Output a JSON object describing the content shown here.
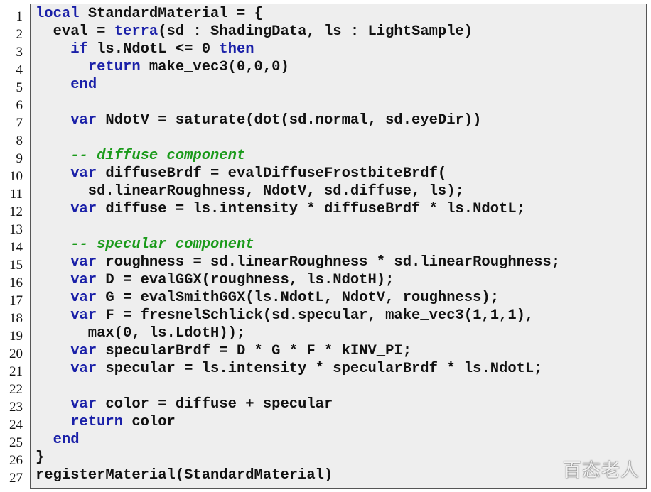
{
  "listing": {
    "lines": [
      {
        "n": "1",
        "tokens": [
          {
            "t": "local",
            "k": "kw"
          },
          {
            "t": " StandardMaterial = {",
            "k": "plain"
          }
        ]
      },
      {
        "n": "2",
        "tokens": [
          {
            "t": "  eval = ",
            "k": "plain"
          },
          {
            "t": "terra",
            "k": "kw"
          },
          {
            "t": "(sd : ShadingData, ls : LightSample)",
            "k": "plain"
          }
        ]
      },
      {
        "n": "3",
        "tokens": [
          {
            "t": "    ",
            "k": "plain"
          },
          {
            "t": "if",
            "k": "kw"
          },
          {
            "t": " ls.NdotL <= 0 ",
            "k": "plain"
          },
          {
            "t": "then",
            "k": "kw"
          }
        ]
      },
      {
        "n": "4",
        "tokens": [
          {
            "t": "      ",
            "k": "plain"
          },
          {
            "t": "return",
            "k": "kw"
          },
          {
            "t": " make_vec3(0,0,0)",
            "k": "plain"
          }
        ]
      },
      {
        "n": "5",
        "tokens": [
          {
            "t": "    ",
            "k": "plain"
          },
          {
            "t": "end",
            "k": "kw"
          }
        ]
      },
      {
        "n": "6",
        "tokens": []
      },
      {
        "n": "7",
        "tokens": [
          {
            "t": "    ",
            "k": "plain"
          },
          {
            "t": "var",
            "k": "kw"
          },
          {
            "t": " NdotV = saturate(dot(sd.normal, sd.eyeDir))",
            "k": "plain"
          }
        ]
      },
      {
        "n": "8",
        "tokens": []
      },
      {
        "n": "9",
        "tokens": [
          {
            "t": "    ",
            "k": "plain"
          },
          {
            "t": "-- diffuse component",
            "k": "comment"
          }
        ]
      },
      {
        "n": "10",
        "tokens": [
          {
            "t": "    ",
            "k": "plain"
          },
          {
            "t": "var",
            "k": "kw"
          },
          {
            "t": " diffuseBrdf = evalDiffuseFrostbiteBrdf(",
            "k": "plain"
          }
        ]
      },
      {
        "n": "11",
        "tokens": [
          {
            "t": "      sd.linearRoughness, NdotV, sd.diffuse, ls);",
            "k": "plain"
          }
        ]
      },
      {
        "n": "12",
        "tokens": [
          {
            "t": "    ",
            "k": "plain"
          },
          {
            "t": "var",
            "k": "kw"
          },
          {
            "t": " diffuse = ls.intensity * diffuseBrdf * ls.NdotL;",
            "k": "plain"
          }
        ]
      },
      {
        "n": "13",
        "tokens": []
      },
      {
        "n": "14",
        "tokens": [
          {
            "t": "    ",
            "k": "plain"
          },
          {
            "t": "-- specular component",
            "k": "comment"
          }
        ]
      },
      {
        "n": "15",
        "tokens": [
          {
            "t": "    ",
            "k": "plain"
          },
          {
            "t": "var",
            "k": "kw"
          },
          {
            "t": " roughness = sd.linearRoughness * sd.linearRoughness;",
            "k": "plain"
          }
        ]
      },
      {
        "n": "16",
        "tokens": [
          {
            "t": "    ",
            "k": "plain"
          },
          {
            "t": "var",
            "k": "kw"
          },
          {
            "t": " D = evalGGX(roughness, ls.NdotH);",
            "k": "plain"
          }
        ]
      },
      {
        "n": "17",
        "tokens": [
          {
            "t": "    ",
            "k": "plain"
          },
          {
            "t": "var",
            "k": "kw"
          },
          {
            "t": " G = evalSmithGGX(ls.NdotL, NdotV, roughness);",
            "k": "plain"
          }
        ]
      },
      {
        "n": "18",
        "tokens": [
          {
            "t": "    ",
            "k": "plain"
          },
          {
            "t": "var",
            "k": "kw"
          },
          {
            "t": " F = fresnelSchlick(sd.specular, make_vec3(1,1,1),",
            "k": "plain"
          }
        ]
      },
      {
        "n": "19",
        "tokens": [
          {
            "t": "      max(0, ls.LdotH));",
            "k": "plain"
          }
        ]
      },
      {
        "n": "20",
        "tokens": [
          {
            "t": "    ",
            "k": "plain"
          },
          {
            "t": "var",
            "k": "kw"
          },
          {
            "t": " specularBrdf = D * G * F * kINV_PI;",
            "k": "plain"
          }
        ]
      },
      {
        "n": "21",
        "tokens": [
          {
            "t": "    ",
            "k": "plain"
          },
          {
            "t": "var",
            "k": "kw"
          },
          {
            "t": " specular = ls.intensity * specularBrdf * ls.NdotL;",
            "k": "plain"
          }
        ]
      },
      {
        "n": "22",
        "tokens": []
      },
      {
        "n": "23",
        "tokens": [
          {
            "t": "    ",
            "k": "plain"
          },
          {
            "t": "var",
            "k": "kw"
          },
          {
            "t": " color = diffuse + specular",
            "k": "plain"
          }
        ]
      },
      {
        "n": "24",
        "tokens": [
          {
            "t": "    ",
            "k": "plain"
          },
          {
            "t": "return",
            "k": "kw"
          },
          {
            "t": " color",
            "k": "plain"
          }
        ]
      },
      {
        "n": "25",
        "tokens": [
          {
            "t": "  ",
            "k": "plain"
          },
          {
            "t": "end",
            "k": "kw"
          }
        ]
      },
      {
        "n": "26",
        "tokens": [
          {
            "t": "}",
            "k": "plain"
          }
        ]
      },
      {
        "n": "27",
        "tokens": [
          {
            "t": "registerMaterial(StandardMaterial)",
            "k": "plain"
          }
        ]
      }
    ]
  },
  "colors": {
    "keyword": "#1a20a8",
    "comment": "#1a9a1a",
    "text": "#111111",
    "background": "#eeeeee",
    "border": "#555555"
  },
  "watermark": {
    "text": "百态老人"
  }
}
